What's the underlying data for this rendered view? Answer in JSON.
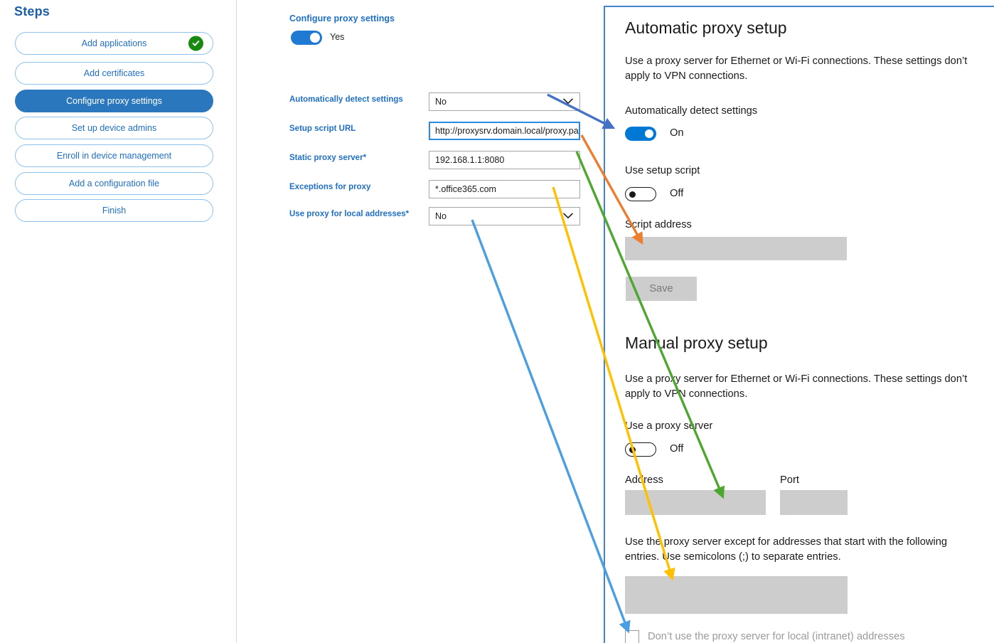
{
  "sidebar": {
    "title": "Steps",
    "items": [
      {
        "label": "Add applications",
        "state": "complete"
      },
      {
        "label": "Add certificates",
        "state": "normal"
      },
      {
        "label": "Configure proxy settings",
        "state": "active"
      },
      {
        "label": "Set up device admins",
        "state": "normal"
      },
      {
        "label": "Enroll in device management",
        "state": "normal"
      },
      {
        "label": "Add a configuration file",
        "state": "normal"
      },
      {
        "label": "Finish",
        "state": "normal"
      }
    ]
  },
  "form": {
    "title": "Configure proxy settings",
    "enable_toggle": {
      "state": "on",
      "label": "Yes"
    },
    "rows": [
      {
        "label": "Automatically detect settings",
        "required": "",
        "type": "select",
        "value": "No"
      },
      {
        "label": "Setup script URL",
        "required": "",
        "type": "text",
        "value": "http://proxysrv.domain.local/proxy.pa",
        "focused": true
      },
      {
        "label": "Static proxy server",
        "required": "*",
        "type": "text",
        "value": "192.168.1.1:8080"
      },
      {
        "label": "Exceptions for proxy",
        "required": "",
        "type": "text",
        "value": "*.office365.com"
      },
      {
        "label": "Use proxy for local addresses",
        "required": "*",
        "type": "select",
        "value": "No"
      }
    ]
  },
  "settings_panel": {
    "automatic": {
      "heading": "Automatic proxy setup",
      "description": "Use a proxy server for Ethernet or Wi-Fi connections. These settings don’t apply to VPN connections.",
      "auto_detect_label": "Automatically detect settings",
      "auto_detect_state": "On",
      "use_script_label": "Use setup script",
      "use_script_state": "Off",
      "script_address_label": "Script address",
      "script_address_value": "",
      "save_label": "Save"
    },
    "manual": {
      "heading": "Manual proxy setup",
      "description": "Use a proxy server for Ethernet or Wi-Fi connections. These settings don’t apply to VPN connections.",
      "use_proxy_label": "Use a proxy server",
      "use_proxy_state": "Off",
      "address_label": "Address",
      "address_value": "",
      "port_label": "Port",
      "port_value": "",
      "bypass_description": "Use the proxy server except for addresses that start with the following entries. Use semicolons (;) to separate entries.",
      "bypass_value": "",
      "local_checkbox_label": "Don’t use the proxy server for local (intranet) addresses",
      "local_checkbox_checked": false
    }
  },
  "annotations": [
    {
      "name": "auto-detect-mapping",
      "color": "#4472c4",
      "from": "Automatically detect settings dropdown",
      "to": "Automatically detect settings toggle"
    },
    {
      "name": "setup-script-mapping",
      "color": "#ed7d31",
      "from": "Setup script URL field",
      "to": "Script address field"
    },
    {
      "name": "static-proxy-mapping",
      "color": "#4ea72e",
      "from": "Static proxy server field",
      "to": "Address field"
    },
    {
      "name": "exceptions-mapping",
      "color": "#ffc000",
      "from": "Exceptions for proxy field",
      "to": "Bypass entries field"
    },
    {
      "name": "local-addresses-mapping",
      "color": "#4a9fe0",
      "from": "Use proxy for local addresses dropdown",
      "to": "Local intranet addresses checkbox"
    }
  ],
  "colors": {
    "accent_blue": "#1f6fc4",
    "active_step": "#2b77bd",
    "complete_green": "#18890f",
    "win_toggle_on": "#0078d4",
    "field_gray": "#cdcdcd",
    "panel_border": "#3f85d3"
  }
}
